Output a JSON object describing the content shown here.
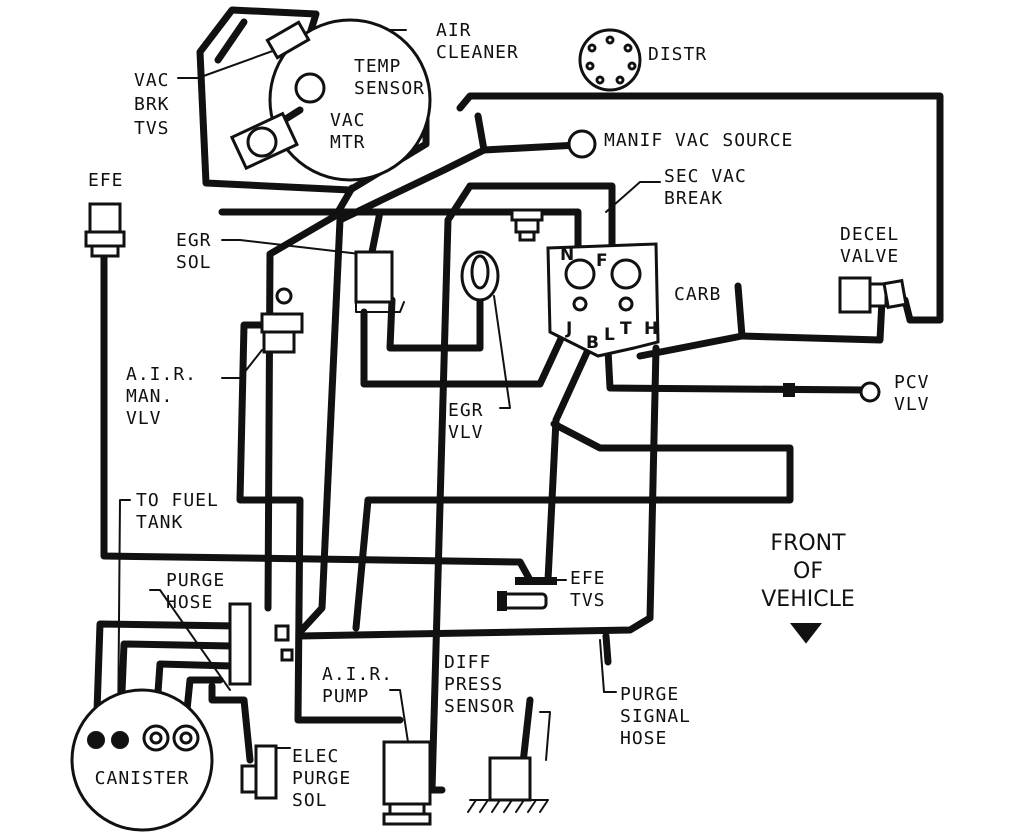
{
  "labels": {
    "air_cleaner": [
      "AIR",
      "CLEANER"
    ],
    "distr": "DISTR",
    "temp_sensor": [
      "TEMP",
      "SENSOR"
    ],
    "vac_brk_tvs": [
      "VAC",
      "BRK",
      "TVS"
    ],
    "vac_mtr": [
      "VAC",
      "MTR"
    ],
    "manif_vac_source": "MANIF VAC SOURCE",
    "efe": "EFE",
    "sec_vac_break": [
      "SEC VAC",
      "BREAK"
    ],
    "egr_sol": [
      "EGR",
      "SOL"
    ],
    "decel_valve": [
      "DECEL",
      "VALVE"
    ],
    "carb": "CARB",
    "air_man_vlv": [
      "A.I.R.",
      "MAN.",
      "VLV"
    ],
    "pcv_vlv": [
      "PCV",
      "VLV"
    ],
    "egr_vlv": [
      "EGR",
      "VLV"
    ],
    "to_fuel_tank": [
      "TO FUEL",
      "TANK"
    ],
    "front_of_vehicle": [
      "FRONT",
      "OF",
      "VEHICLE"
    ],
    "efe_tvs": [
      "EFE",
      "TVS"
    ],
    "purge_hose": [
      "PURGE",
      "HOSE"
    ],
    "air_pump": [
      "A.I.R.",
      "PUMP"
    ],
    "diff_press_sensor": [
      "DIFF",
      "PRESS",
      "SENSOR"
    ],
    "purge_signal_hose": [
      "PURGE",
      "SIGNAL",
      "HOSE"
    ],
    "canister": "CANISTER",
    "elec_purge_sol": [
      "ELEC",
      "PURGE",
      "SOL"
    ]
  },
  "carb_ports": {
    "n": "N",
    "f": "F",
    "j": "J",
    "b": "B",
    "l": "L",
    "t": "T",
    "h": "H"
  }
}
